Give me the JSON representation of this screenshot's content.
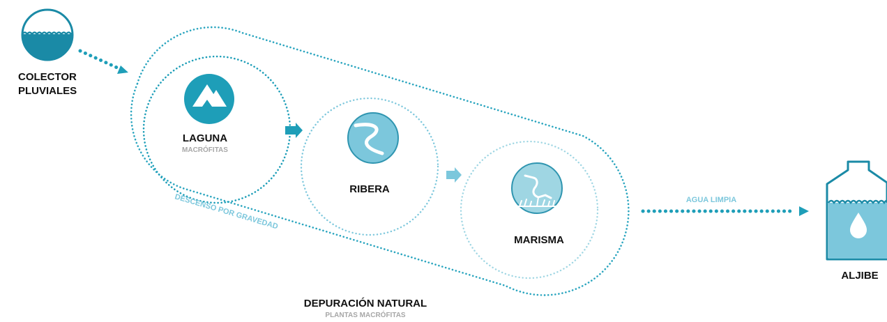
{
  "collector": {
    "title_line1": "COLECTOR",
    "title_line2": "PLUVIALES",
    "icon": "water-tank-icon"
  },
  "stages": [
    {
      "title": "LAGUNA",
      "subtitle": "MACRÓFITAS",
      "icon": "mountains-icon"
    },
    {
      "title": "RIBERA",
      "icon": "river-icon"
    },
    {
      "title": "MARISMA",
      "icon": "heron-icon"
    }
  ],
  "gravity_label": "DESCENSO POR GRAVEDAD",
  "clean_water_label": "AGUA LIMPIA",
  "cistern": {
    "title": "ALJIBE",
    "icon": "water-bottle-icon"
  },
  "footer": {
    "title": "DEPURACIÓN NATURAL",
    "subtitle": "PLANTAS MACRÓFITAS"
  },
  "colors": {
    "primary": "#1e9eb8",
    "light": "#7cc7dc",
    "text": "#111111",
    "muted": "#a7a7a7"
  }
}
